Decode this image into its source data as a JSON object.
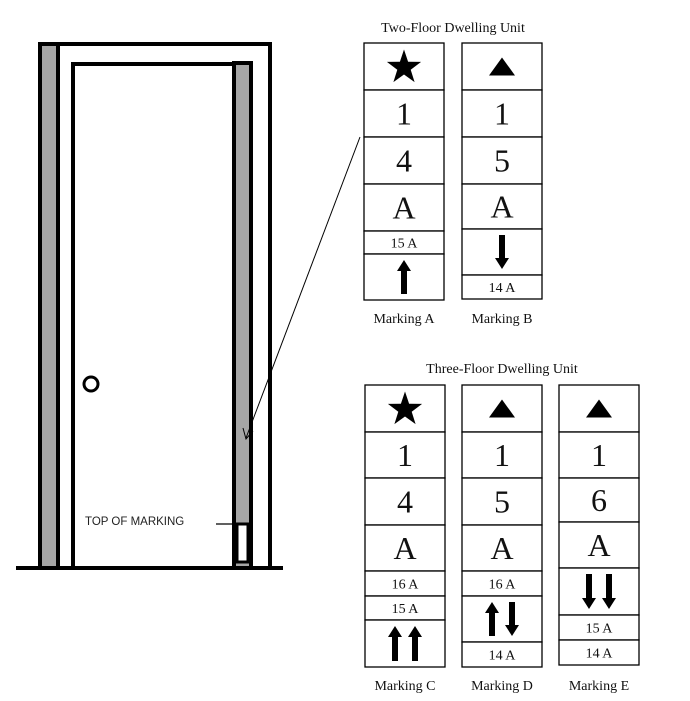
{
  "door": {
    "top_of_marking_label": "TOP OF MARKING"
  },
  "two_floor": {
    "title": "Two-Floor Dwelling Unit",
    "markings": [
      {
        "label": "Marking A",
        "rows": [
          {
            "kind": "icon",
            "icon": "star-icon"
          },
          {
            "kind": "big",
            "text": "1"
          },
          {
            "kind": "big",
            "text": "4"
          },
          {
            "kind": "big",
            "text": "A"
          },
          {
            "kind": "small",
            "text": "15 A"
          },
          {
            "kind": "arrows",
            "arrows": [
              "up"
            ]
          }
        ]
      },
      {
        "label": "Marking B",
        "rows": [
          {
            "kind": "icon",
            "icon": "triangle-icon"
          },
          {
            "kind": "big",
            "text": "1"
          },
          {
            "kind": "big",
            "text": "5"
          },
          {
            "kind": "big",
            "text": "A"
          },
          {
            "kind": "arrows",
            "arrows": [
              "down"
            ]
          },
          {
            "kind": "small",
            "text": "14 A"
          }
        ]
      }
    ]
  },
  "three_floor": {
    "title": "Three-Floor Dwelling Unit",
    "markings": [
      {
        "label": "Marking C",
        "rows": [
          {
            "kind": "icon",
            "icon": "star-icon"
          },
          {
            "kind": "big",
            "text": "1"
          },
          {
            "kind": "big",
            "text": "4"
          },
          {
            "kind": "big",
            "text": "A"
          },
          {
            "kind": "small",
            "text": "16 A"
          },
          {
            "kind": "small",
            "text": "15 A"
          },
          {
            "kind": "arrows",
            "arrows": [
              "up",
              "up"
            ]
          }
        ]
      },
      {
        "label": "Marking D",
        "rows": [
          {
            "kind": "icon",
            "icon": "triangle-icon"
          },
          {
            "kind": "big",
            "text": "1"
          },
          {
            "kind": "big",
            "text": "5"
          },
          {
            "kind": "big",
            "text": "A"
          },
          {
            "kind": "small",
            "text": "16 A"
          },
          {
            "kind": "arrows",
            "arrows": [
              "up",
              "down"
            ]
          },
          {
            "kind": "small",
            "text": "14 A"
          }
        ]
      },
      {
        "label": "Marking E",
        "rows": [
          {
            "kind": "icon",
            "icon": "triangle-icon"
          },
          {
            "kind": "big",
            "text": "1"
          },
          {
            "kind": "big",
            "text": "6"
          },
          {
            "kind": "big",
            "text": "A"
          },
          {
            "kind": "arrows",
            "arrows": [
              "down",
              "down"
            ]
          },
          {
            "kind": "small",
            "text": "15 A"
          },
          {
            "kind": "small",
            "text": "14 A"
          }
        ]
      }
    ]
  },
  "colors": {
    "jamb": "#a6a6a6",
    "line": "#000000"
  }
}
